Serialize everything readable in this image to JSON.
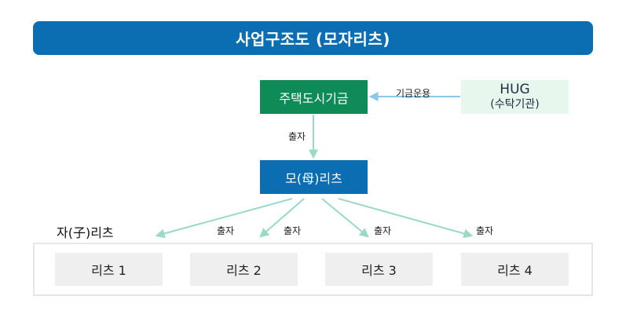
{
  "title": "사업구조도 (모자리츠)",
  "nodes": {
    "fund": "주택도시기금",
    "hug": {
      "line1": "HUG",
      "line2": "(수탁기관)"
    },
    "mother": "모(母)리츠"
  },
  "edges": {
    "fund_management": "기금운용",
    "invest": "출자"
  },
  "children": {
    "title": "자(子)리츠",
    "items": [
      "리츠 1",
      "리츠 2",
      "리츠 3",
      "리츠 4"
    ]
  },
  "colors": {
    "banner": "#0b6db2",
    "fund": "#0e8b56",
    "hug_bg": "#e7f7ee",
    "arrow_blue": "#8cc7ea",
    "arrow_green": "#9ad9c4"
  }
}
